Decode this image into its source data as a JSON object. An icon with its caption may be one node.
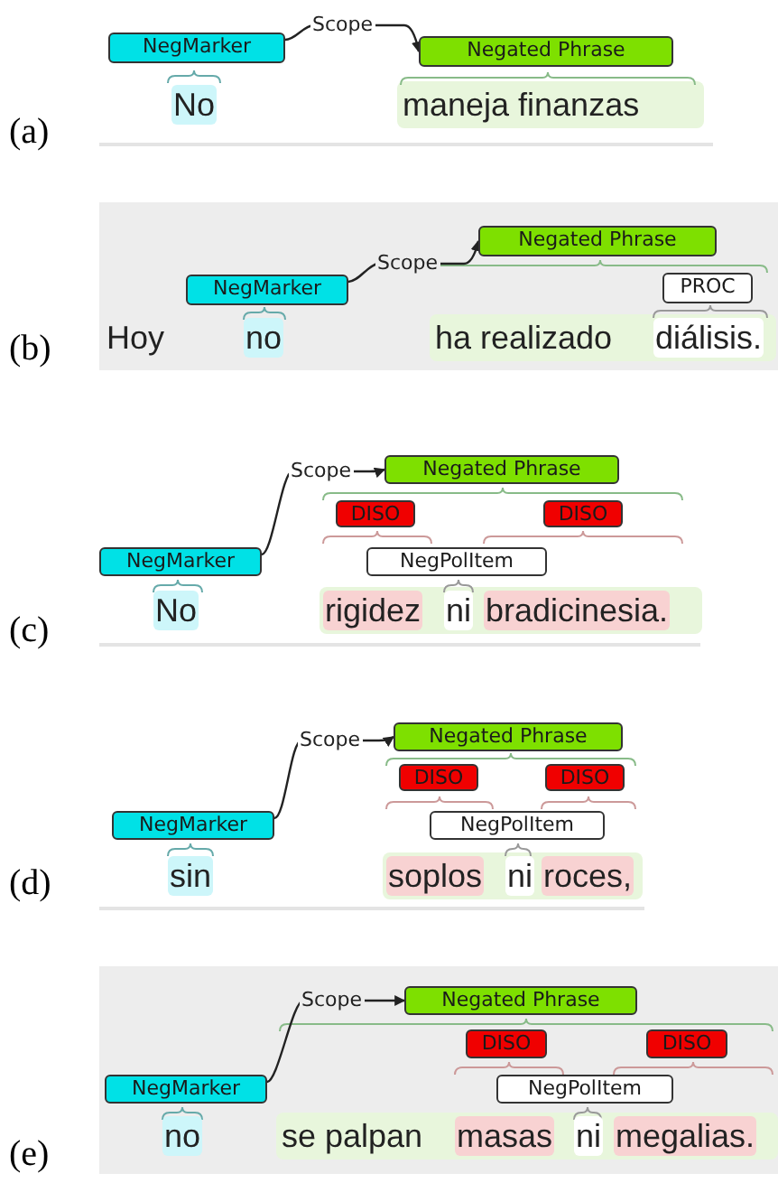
{
  "diagram": {
    "nodes": [
      {
        "text": [
          "NegMarker"
        ]
      },
      {
        "text": [
          "Negated Phrase"
        ]
      },
      {
        "text": [
          "Negated Phrase"
        ]
      },
      {
        "text": [
          "NegMarker"
        ]
      },
      {
        "text": [
          "PROC"
        ]
      },
      {
        "text": [
          "Negated Phrase"
        ]
      },
      {
        "text": [
          "DISO"
        ]
      },
      {
        "text": [
          "DISO"
        ]
      },
      {
        "text": [
          "NegMarker"
        ]
      },
      {
        "text": [
          "NegPolItem"
        ]
      },
      {
        "text": [
          "Negated Phrase"
        ]
      },
      {
        "text": [
          "DISO"
        ]
      },
      {
        "text": [
          "DISO"
        ]
      },
      {
        "text": [
          "NegMarker"
        ]
      },
      {
        "text": [
          "NegPolItem"
        ]
      },
      {
        "text": [
          "Negated Phrase"
        ]
      },
      {
        "text": [
          "DISO"
        ]
      },
      {
        "text": [
          "DISO"
        ]
      },
      {
        "text": [
          "NegMarker"
        ]
      },
      {
        "text": [
          "NegPolItem"
        ]
      }
    ],
    "edges": [
      {
        "from": 0,
        "to": 1,
        "arrow": "to",
        "label": "Scope"
      },
      {
        "from": 3,
        "to": 2,
        "arrow": "to",
        "label": "Scope"
      },
      {
        "from": 8,
        "to": 5,
        "arrow": "to",
        "label": "Scope"
      },
      {
        "from": 13,
        "to": 10,
        "arrow": "to",
        "label": "Scope"
      },
      {
        "from": 18,
        "to": 15,
        "arrow": "to",
        "label": "Scope"
      }
    ],
    "labels": [
      "No",
      "maneja finanzas",
      "(a)",
      "Hoy",
      "no",
      "ha realizado",
      "diálisis.",
      "(b)",
      "No",
      "rigidez",
      "ni",
      "bradicinesia.",
      "(c)",
      "sin",
      "soplos",
      "ni",
      "roces,",
      "(d)",
      "no",
      "se palpan",
      "masas",
      "ni",
      "megalias.",
      "(e)"
    ]
  }
}
